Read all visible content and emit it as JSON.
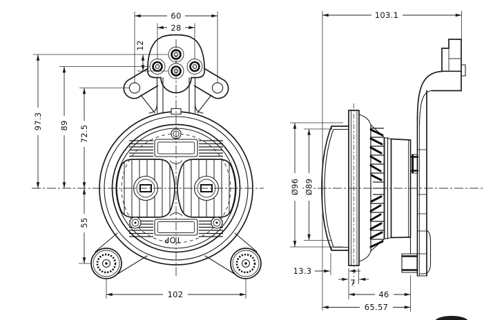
{
  "drawing": {
    "type": "technical-dimension-drawing",
    "subject": "dual LED fog lamp, front and side orthographic views",
    "background_color": "#ffffff",
    "line_color": "#1c1c1c",
    "face_label": "TOP",
    "dimensions": {
      "top_width": "60",
      "bolt_spacing": "28",
      "bolt_offset": "12",
      "height_top_bolt": "97.3",
      "height_side_bolts": "89",
      "height_wing_holes": "72.5",
      "height_ears": "55",
      "ear_spacing": "102",
      "side_total_width": "103.1",
      "lens_diameter": "Ø96",
      "body_diameter": "Ø89",
      "lens_depth": "13.3",
      "flange_thickness": "7",
      "mount_depth": "46",
      "total_depth": "65.57"
    }
  }
}
